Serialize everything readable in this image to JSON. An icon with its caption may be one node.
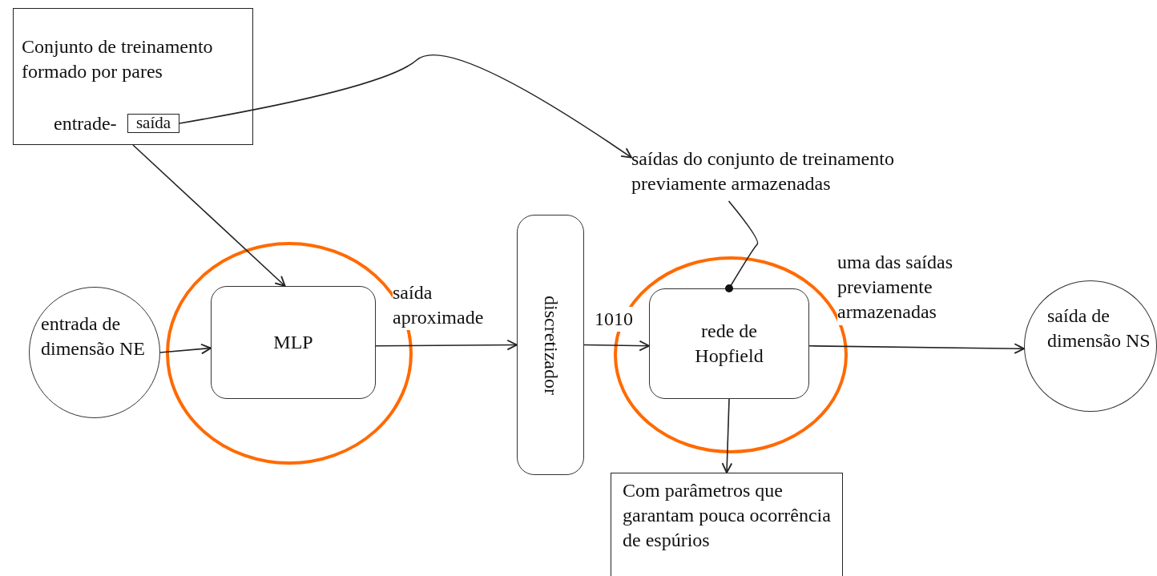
{
  "diagram": {
    "nodes": [
      {
        "text": [
          "Conjunto de treinamento formado por pares",
          "entrade-"
        ]
      },
      {
        "text": [
          "saída"
        ],
        "in": 0
      },
      {
        "text": [
          "entrada de dimensão NE"
        ]
      },
      {
        "text": [
          "MLP"
        ]
      },
      {
        "text": [
          "discretizador"
        ]
      },
      {
        "text": [
          "rede de Hopfield"
        ]
      },
      {
        "text": [
          "saída de dimensão NS"
        ]
      },
      {
        "text": [
          "saídas do conjunto de treinamento previamente armazenadas"
        ]
      },
      {
        "text": [
          "Com parâmetros que garantam pouca ocorrência de espúrios"
        ]
      }
    ],
    "edges": [
      {
        "from": 1,
        "to": 7,
        "arrow": "to"
      },
      {
        "from": 0,
        "to": 3,
        "arrow": "to"
      },
      {
        "from": 2,
        "to": 3,
        "arrow": "to"
      },
      {
        "from": 3,
        "to": 4,
        "arrow": "to",
        "label": "saída aproximade"
      },
      {
        "from": 4,
        "to": 5,
        "arrow": "to",
        "label": "1010"
      },
      {
        "from": 5,
        "to": 6,
        "arrow": "to",
        "label": "uma das saídas previamente armazenadas"
      },
      {
        "from": 7,
        "to": 5,
        "arrow": "other"
      },
      {
        "from": 5,
        "to": 8,
        "arrow": "to"
      }
    ]
  }
}
